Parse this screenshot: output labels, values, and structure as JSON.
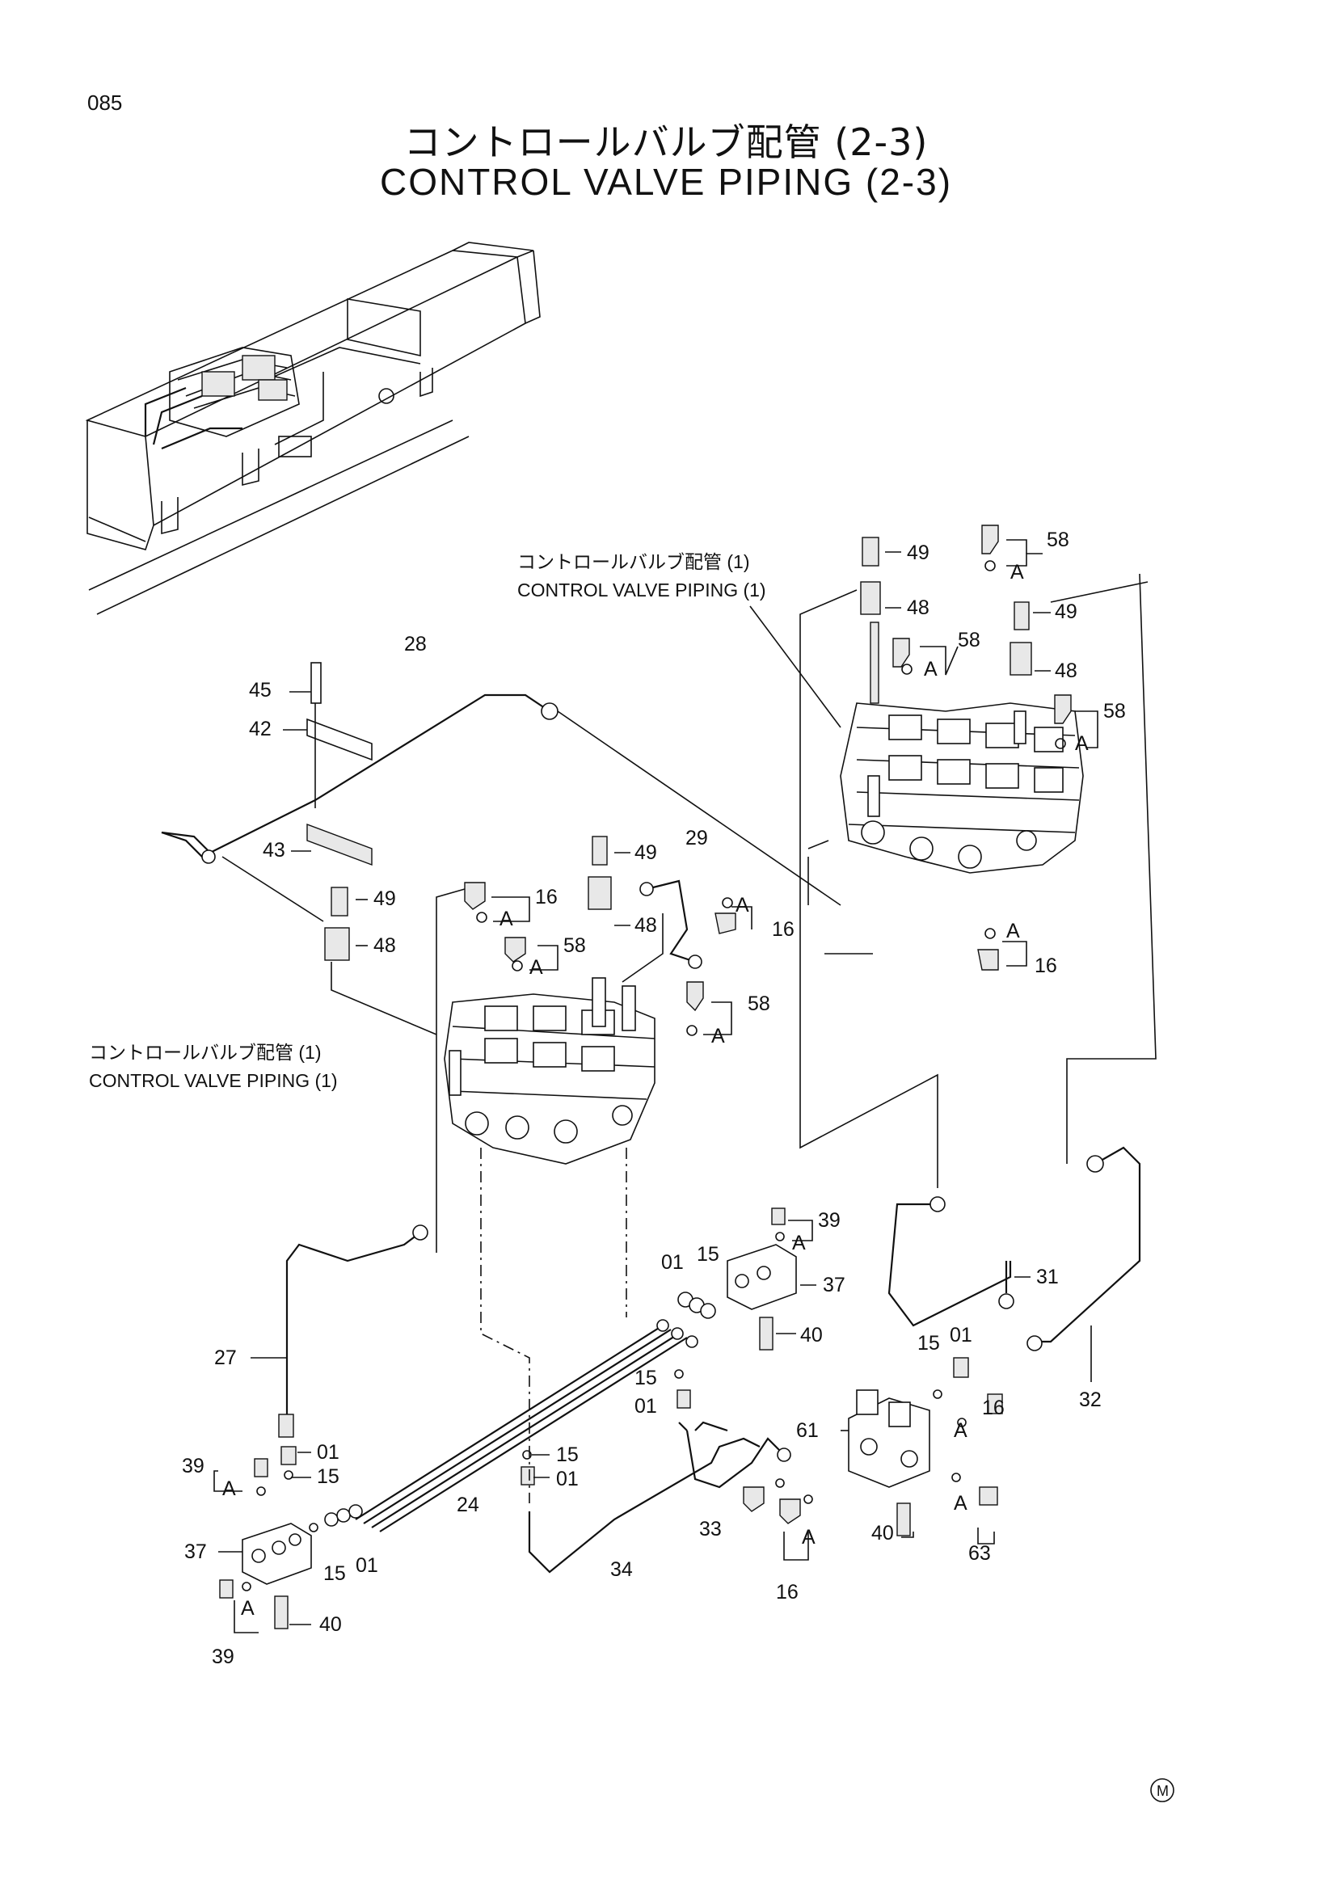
{
  "page_number": "085",
  "title_jp": "コントロールバルブ配管 (2-3)",
  "title_en": "CONTROL VALVE PIPING (2-3)",
  "notes": {
    "upper_jp": "コントロールバルブ配管 (1)",
    "upper_en": "CONTROL VALVE PIPING (1)",
    "left_jp": "コントロールバルブ配管 (1)",
    "left_en": "CONTROL VALVE PIPING (1)"
  },
  "labels": {
    "p49a": "49",
    "p48a": "48",
    "p58a": "58",
    "pAa": "A",
    "p58b": "58",
    "pAb": "A",
    "p49b": "49",
    "p48b": "48",
    "p58c": "58",
    "pAc": "A",
    "pAd": "A",
    "p16a": "16",
    "p28": "28",
    "p45": "45",
    "p42": "42",
    "p43": "43",
    "p49c": "49",
    "p48c": "48",
    "p16b": "16",
    "pAe": "A",
    "p58d": "58",
    "pAf": "A",
    "p49d": "49",
    "p48d": "48",
    "p29": "29",
    "pAg": "A",
    "p16c": "16",
    "p58e": "58",
    "pAh": "A",
    "p39a": "39",
    "pAi": "A",
    "p37a": "37",
    "p15a": "15",
    "p01a": "01",
    "p40a": "40",
    "p31": "31",
    "p15b": "15",
    "p01b": "01",
    "p15c": "15",
    "p01c": "01",
    "p32": "32",
    "p27": "27",
    "p01d": "01",
    "p15d": "15",
    "p39b": "39",
    "pAj": "A",
    "p15e": "15",
    "p01e": "01",
    "p24": "24",
    "p37b": "37",
    "p15f": "15",
    "p01f": "01",
    "pAk": "A",
    "p40b": "40",
    "p39c": "39",
    "p34": "34",
    "p33": "33",
    "p61": "61",
    "pAl": "A",
    "p16d": "16",
    "p40c": "40",
    "pAm": "A",
    "p16e": "16",
    "p63": "63",
    "pAn": "A"
  },
  "mark": "M"
}
